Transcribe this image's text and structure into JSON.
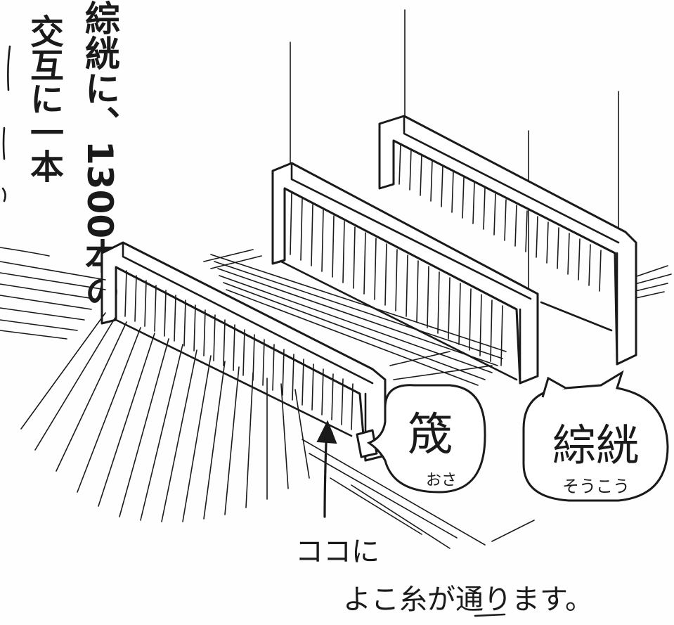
{
  "vertical_note": {
    "column_right": "綜絖に、1300本の",
    "column_left": "交互に一本"
  },
  "labels": {
    "osa": {
      "kanji": "筬",
      "reading": "おさ"
    },
    "soukou": {
      "kanji": "綜絖",
      "reading": "そうこう"
    },
    "pointer": {
      "line1": "ココに",
      "line2": "よこ糸が通ります。"
    }
  },
  "colors": {
    "ink": "#1a1a1a",
    "paper": "#fefefe"
  }
}
